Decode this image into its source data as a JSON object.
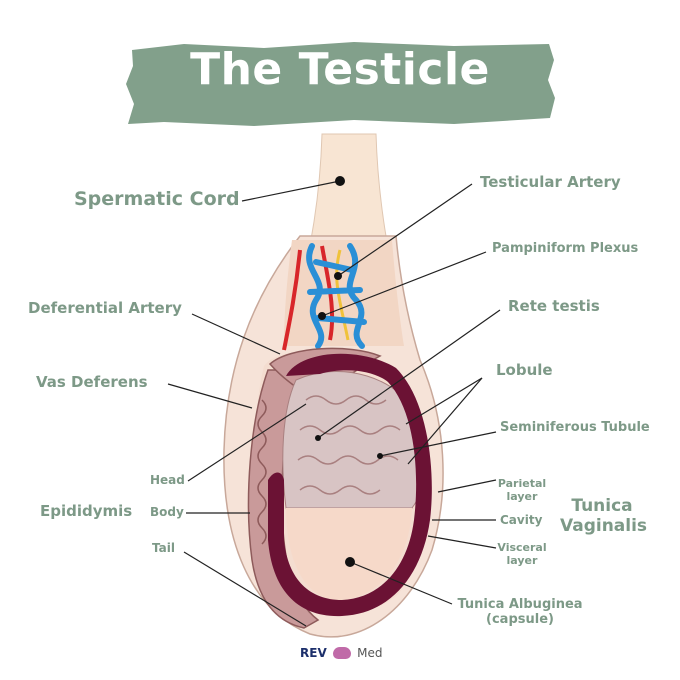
{
  "title": "The Testicle",
  "labels": {
    "spermatic_cord": "Spermatic Cord",
    "testicular_artery": "Testicular Artery",
    "pampiniform_plexus": "Pampiniform Plexus",
    "deferential_artery": "Deferential Artery",
    "rete_testis": "Rete testis",
    "vas_deferens": "Vas Deferens",
    "lobule": "Lobule",
    "seminiferous_tubule": "Seminiferous Tubule",
    "head": "Head",
    "body": "Body",
    "tail": "Tail",
    "epididymis": "Epididymis",
    "parietal_layer": "Parietal layer",
    "cavity": "Cavity",
    "visceral_layer": "Visceral layer",
    "tunica_vaginalis": "Tunica Vaginalis",
    "tunica_albuginea": "Tunica Albuginea (capsule)"
  },
  "logo": {
    "rev": "REV",
    "med": "Med"
  },
  "colors": {
    "banner": "#82a08b",
    "label": "#7d9987",
    "cord": "#f8e5d3",
    "capsule": "#6b1234",
    "tubule": "#b28686",
    "vein": "#2a8fd6",
    "artery": "#d8262a"
  }
}
